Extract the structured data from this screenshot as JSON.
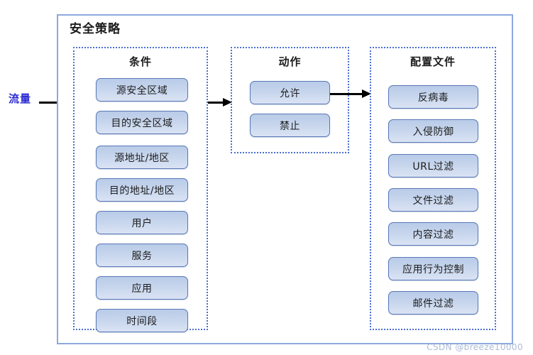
{
  "diagram": {
    "title": "安全策略",
    "flow_label": "流量",
    "watermark": "CSDN @breeze10000",
    "colors": {
      "frame_border": "#8ca9dd",
      "panel_border": "#4a6fd0",
      "box_border": "#5878b8",
      "box_fill_top": "#b9cbe8",
      "box_fill_bottom": "#dae3f4",
      "flow_label_color": "#2b2bd4",
      "arrow_color": "#000000",
      "background": "#ffffff"
    },
    "panels": [
      {
        "id": "conditions",
        "title": "条件",
        "items": [
          "源安全区域",
          "目的安全区域",
          "源地址/地区",
          "目的地址/地区",
          "用户",
          "服务",
          "应用",
          "时间段"
        ]
      },
      {
        "id": "actions",
        "title": "动作",
        "items": [
          "允许",
          "禁止"
        ]
      },
      {
        "id": "profiles",
        "title": "配置文件",
        "items": [
          "反病毒",
          "入侵防御",
          "URL过滤",
          "文件过滤",
          "内容过滤",
          "应用行为控制",
          "邮件过滤"
        ]
      }
    ],
    "arrows": [
      {
        "id": "traffic-to-conditions",
        "from": "流量",
        "to": "条件"
      },
      {
        "id": "conditions-to-actions",
        "from": "条件",
        "to": "动作"
      },
      {
        "id": "allow-to-profiles",
        "from": "允许",
        "to": "配置文件"
      }
    ]
  }
}
